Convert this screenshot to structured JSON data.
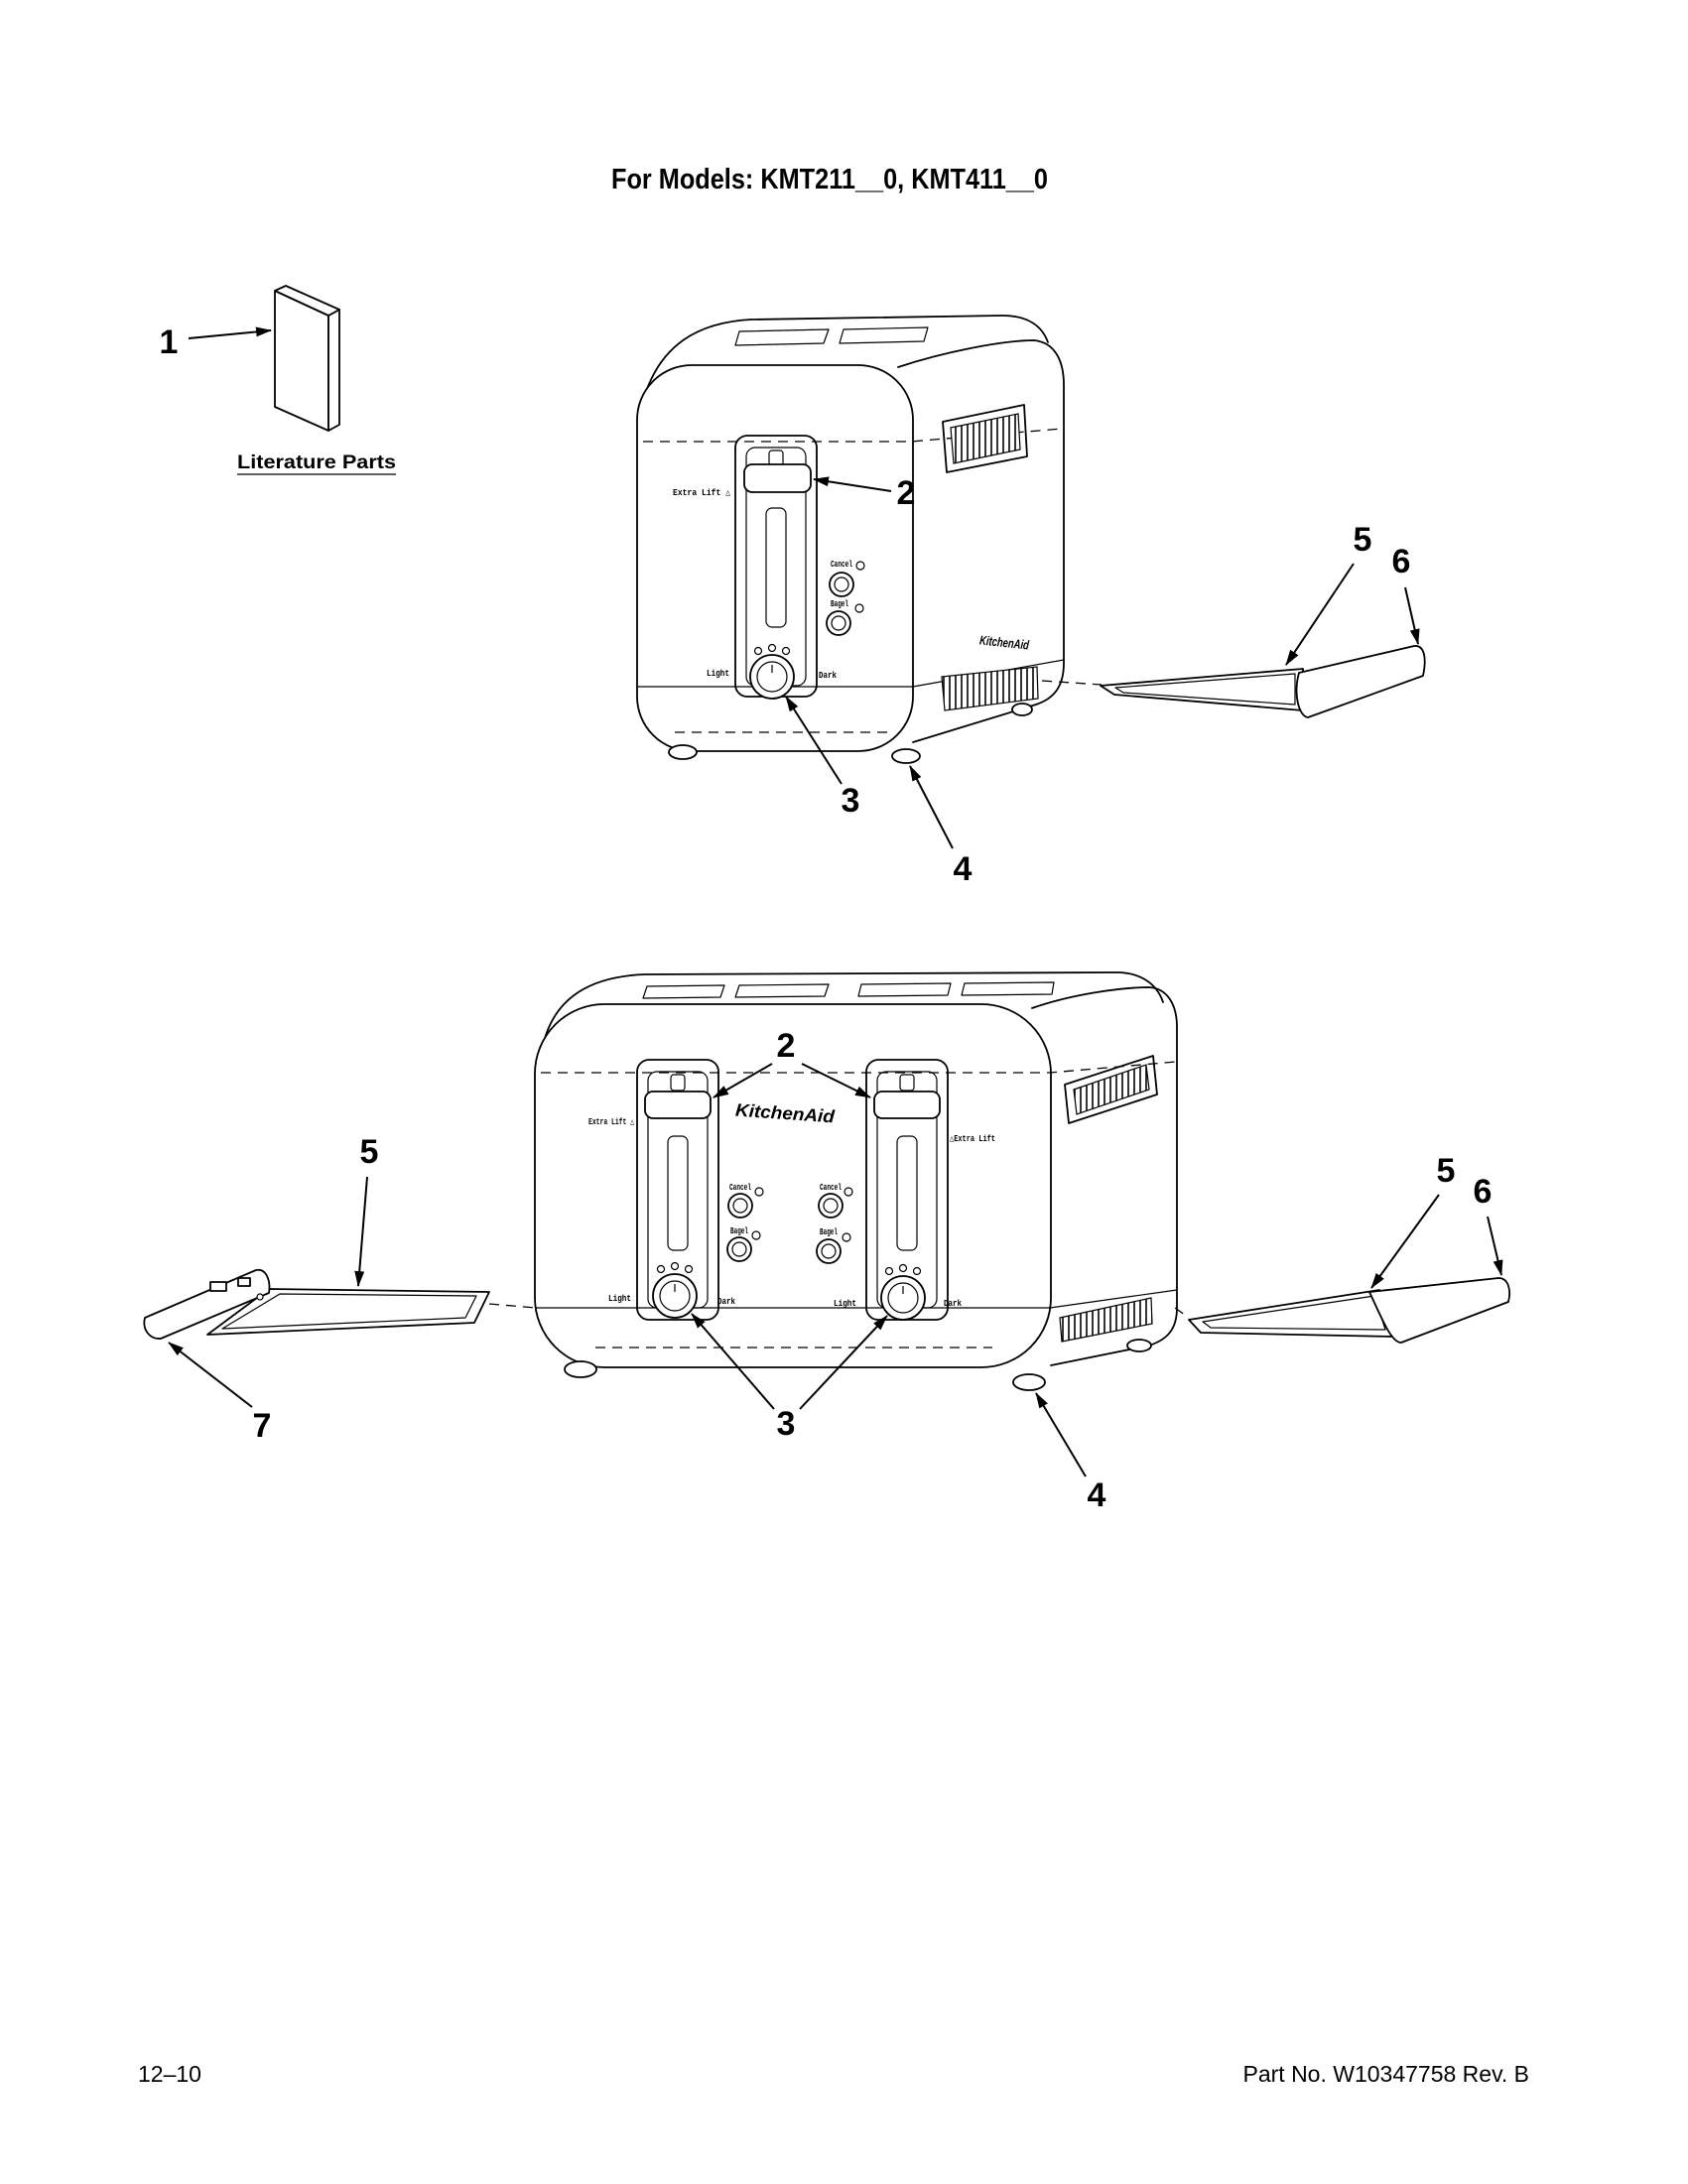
{
  "page": {
    "title": "For Models: KMT211__0, KMT411__0"
  },
  "literature": {
    "callout": "1",
    "label": "Literature Parts"
  },
  "two_slice": {
    "callouts": {
      "lever": "2",
      "knob": "3",
      "foot": "4",
      "crumb_tray": "5",
      "tray_handle": "6"
    },
    "panel": {
      "extra_lift": "Extra Lift △",
      "cancel": "Cancel",
      "bagel": "Bagel",
      "light": "Light",
      "dark": "Dark",
      "brand": "KitchenAid"
    }
  },
  "four_slice": {
    "callouts": {
      "levers": "2",
      "knobs": "3",
      "foot": "4",
      "crumb_tray_left": "5",
      "hinged_handle": "7",
      "crumb_tray_right": "5",
      "tray_handle": "6"
    },
    "panel": {
      "extra_lift_left": "Extra Lift △",
      "extra_lift_right": "△Extra Lift",
      "brand": "KitchenAid",
      "cancel": "Cancel",
      "bagel": "Bagel",
      "light": "Light",
      "dark": "Dark"
    }
  },
  "footer": {
    "date": "12–10",
    "part_no": "Part No. W10347758 Rev. B"
  },
  "colors": {
    "ink": "#000000",
    "paper": "#ffffff"
  }
}
